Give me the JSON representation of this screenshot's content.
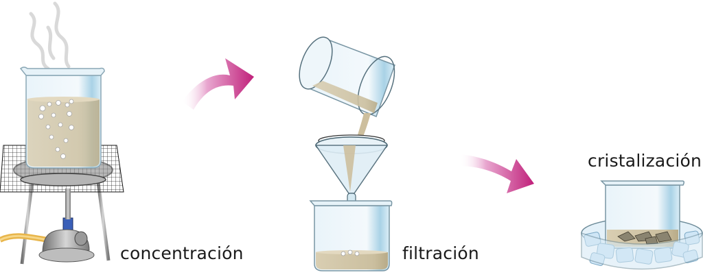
{
  "steps": [
    {
      "id": "concentracion",
      "label": "concentración"
    },
    {
      "id": "filtracion",
      "label": "filtración"
    },
    {
      "id": "cristalizacion",
      "label": "cristalización"
    }
  ],
  "colors": {
    "arrow": "#c0207a",
    "liquid": "#cfc3a6",
    "glass": "#bcdcea",
    "ice": "#cfe6f6"
  },
  "icons": [
    "beaker-icon",
    "bunsen-burner-icon",
    "wire-gauze-icon",
    "funnel-icon",
    "ice-bath-icon",
    "steam-icon"
  ]
}
